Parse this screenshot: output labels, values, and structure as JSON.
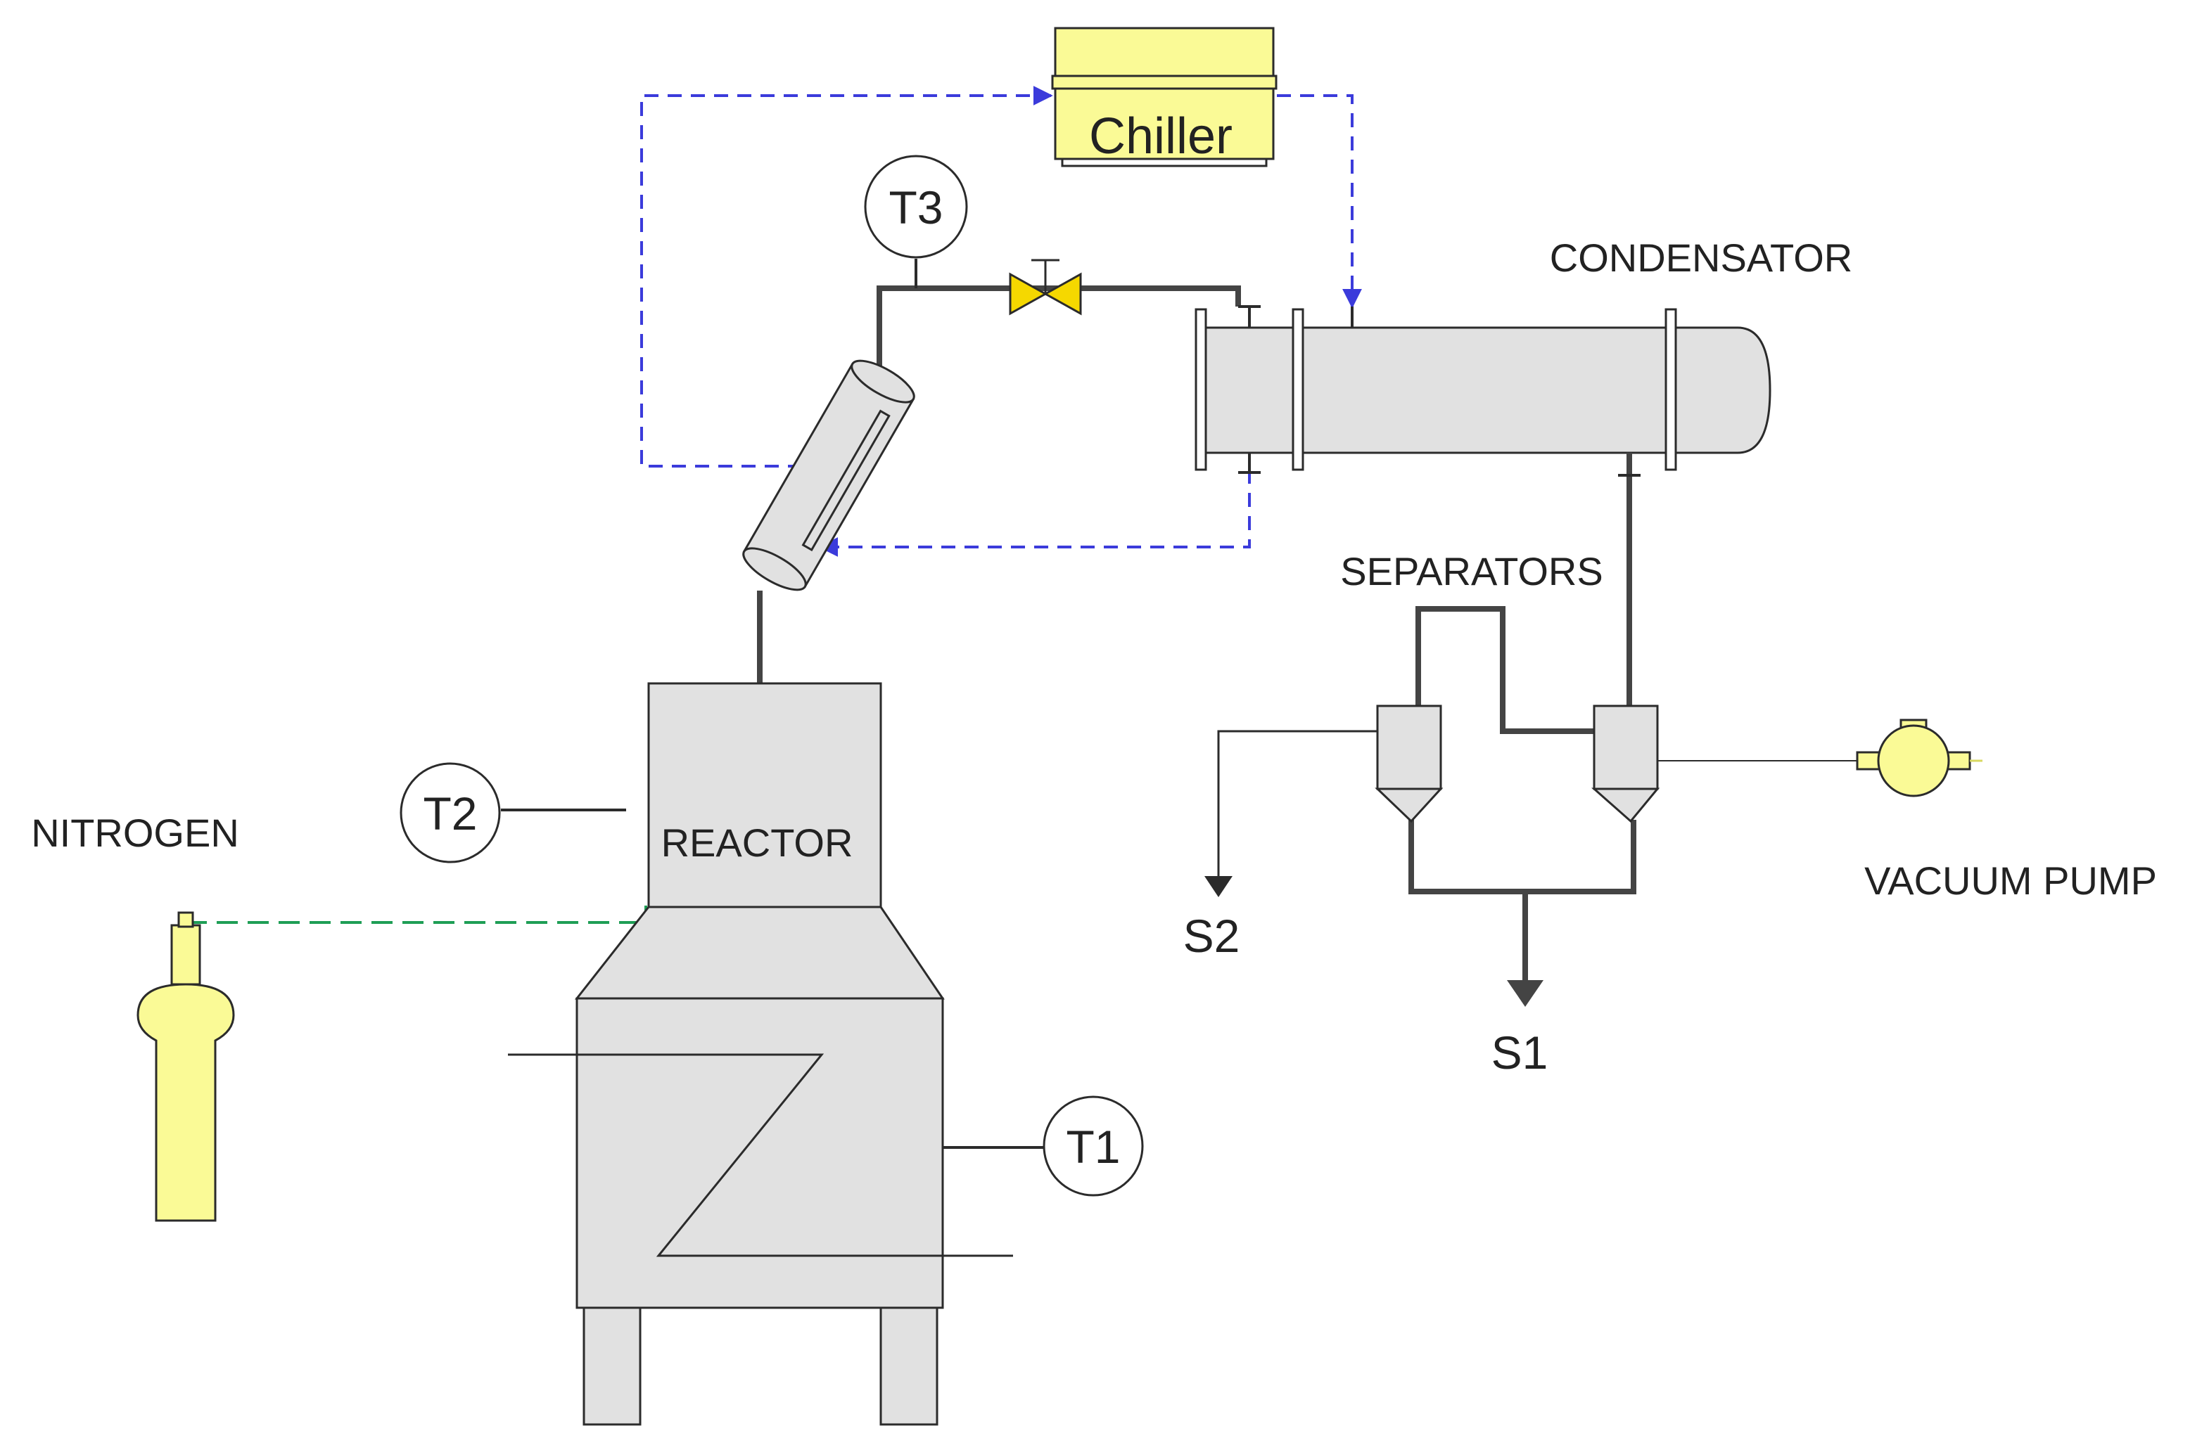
{
  "diagram": {
    "labels": {
      "chiller": "Chiller",
      "condensator": "CONDENSATOR",
      "reactor": "REACTOR",
      "nitrogen": "NITROGEN",
      "separators": "SEPARATORS",
      "vacuum_pump": "VACUUM PUMP",
      "s1": "S1",
      "s2": "S2"
    },
    "gauges": {
      "t1": "T1",
      "t2": "T2",
      "t3": "T3"
    }
  },
  "colors": {
    "equipment_fill": "#e1e1e1",
    "outline": "#2b2b2b",
    "pipe": "#444444",
    "coolant_line": "#3b3bdb",
    "nitrogen_line": "#1e9e55",
    "yellow": "#fafa96",
    "valve_yellow": "#f5d800"
  },
  "icons": [
    "chiller-icon",
    "valve-icon",
    "gauge-icon",
    "nitrogen-cylinder-icon",
    "vacuum-pump-icon",
    "arrow-down-icon"
  ]
}
